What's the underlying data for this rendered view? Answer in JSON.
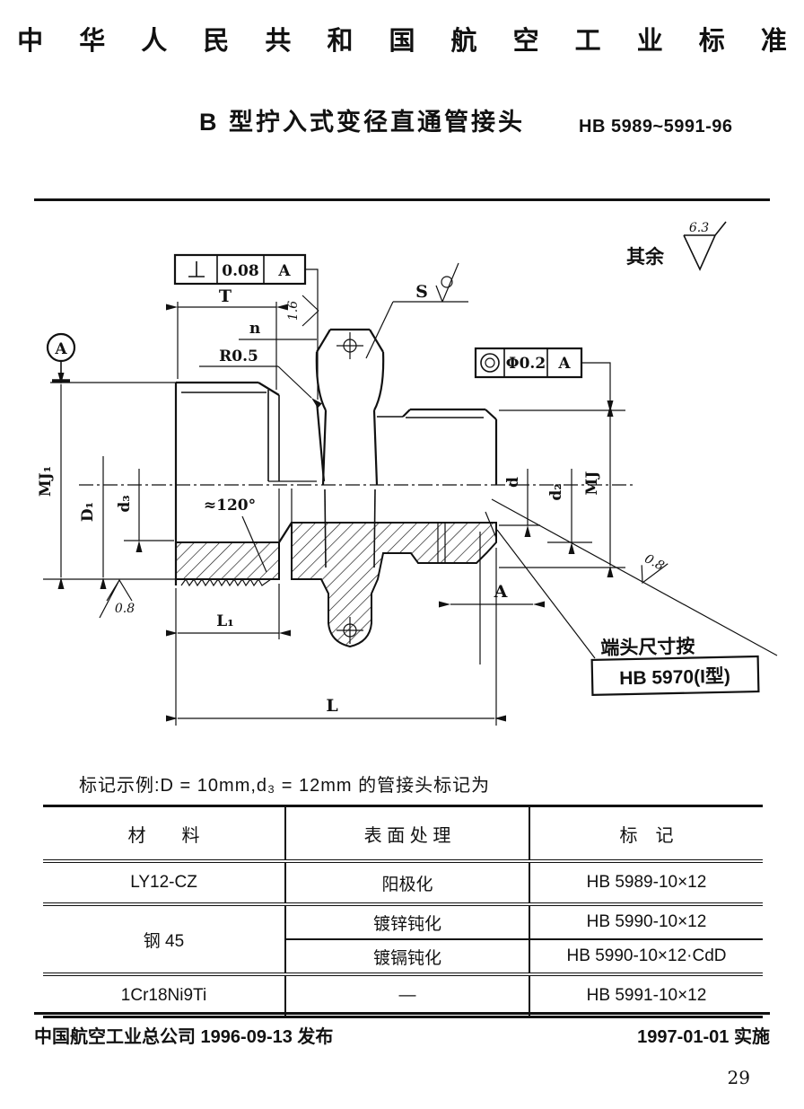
{
  "header": {
    "standard_name": "中 华 人 民 共 和 国 航 空 工 业 标 准",
    "title": "B 型拧入式变径直通管接头",
    "standard_no": "HB 5989~5991-96"
  },
  "drawing": {
    "others_label": "其余",
    "others_value": "6.3",
    "tol_perpendicularity": {
      "symbol": "⊥",
      "value": "0.08",
      "datum": "A"
    },
    "tol_concentricity": {
      "symbol": "◎",
      "value": "Φ0.2",
      "datum": "A"
    },
    "datum_label": "A",
    "labels": {
      "T": "T",
      "n": "n",
      "r": "R0.5",
      "s": "S",
      "mj1": "MJ₁",
      "D1": "D₁",
      "d3": "d₃",
      "d": "d",
      "d2": "d₂",
      "mj": "MJ",
      "L1": "L₁",
      "L": "L",
      "angle": "≈120°",
      "section": "A",
      "ra16": "1.6",
      "ra08_left": "0.8",
      "ra08_right": "0.8"
    },
    "note_line1": "端头尺寸按",
    "note_line2": "HB 5970(I型)"
  },
  "example_text": "标记示例:D = 10mm,d₃ = 12mm 的管接头标记为",
  "table": {
    "headers": [
      "材　　料",
      "表 面 处 理",
      "标　记"
    ],
    "rows": [
      {
        "material": "LY12-CZ",
        "treatment": "阳极化",
        "marking": "HB 5989-10×12"
      },
      {
        "material": "钢 45",
        "treatment": "镀锌钝化",
        "marking": "HB 5990-10×12"
      },
      {
        "material": "",
        "treatment": "镀镉钝化",
        "marking": "HB 5990-10×12·CdD"
      },
      {
        "material": "1Cr18Ni9Ti",
        "treatment": "—",
        "marking": "HB 5991-10×12"
      }
    ]
  },
  "footer": {
    "issued": "中国航空工业总公司 1996-09-13 发布",
    "effective": "1997-01-01 实施",
    "page": "29"
  }
}
